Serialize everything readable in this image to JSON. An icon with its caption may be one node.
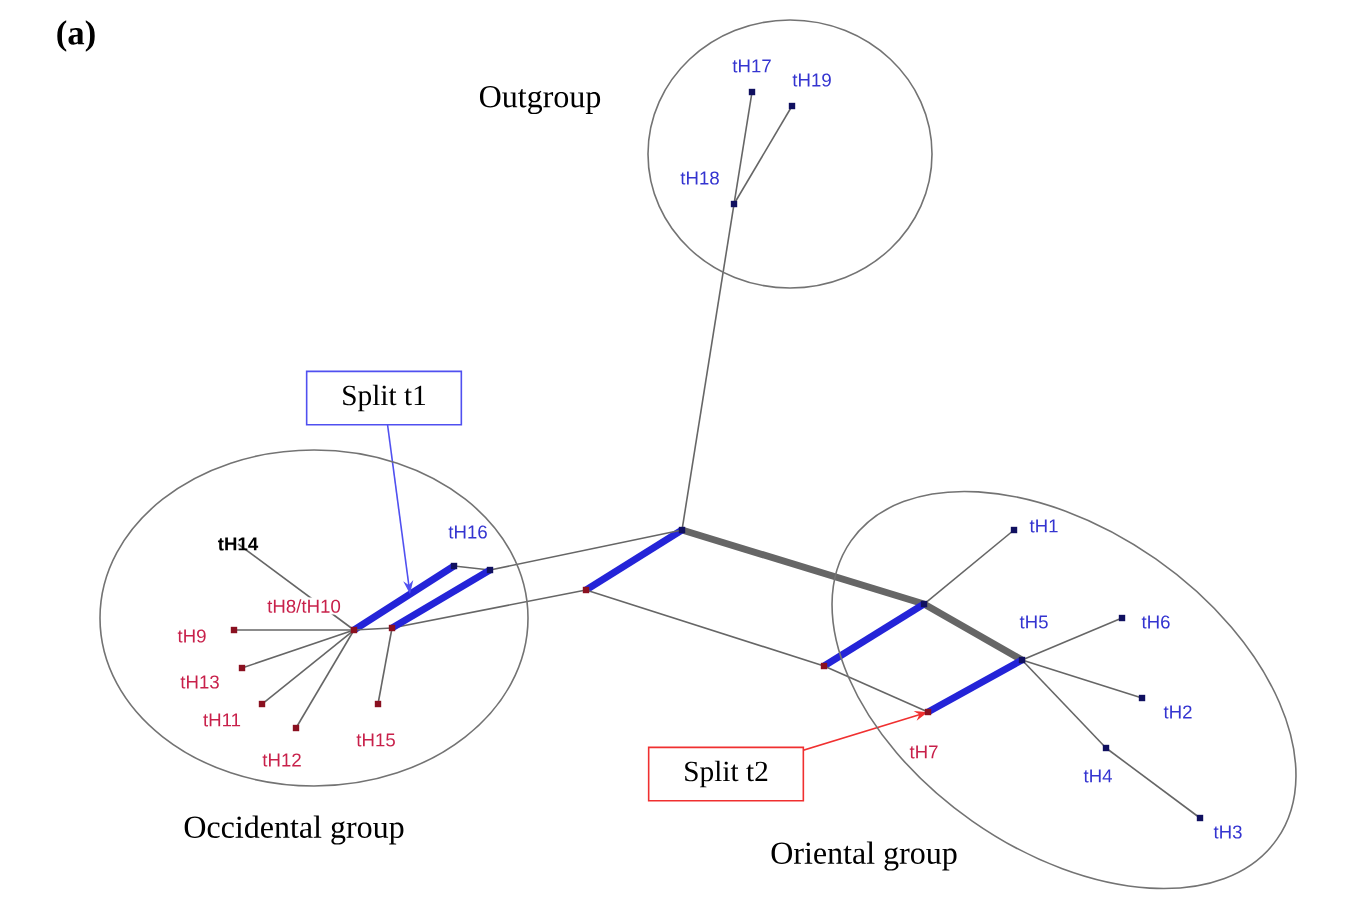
{
  "diagram": {
    "nodes": [
      {
        "text": [
          "Outgroup"
        ]
      },
      {
        "text": [],
        "shape": "box",
        "beside": [
          "tH17"
        ],
        "in": 0
      },
      {
        "text": [],
        "shape": "box",
        "beside": [
          "tH19"
        ],
        "in": 0
      },
      {
        "text": [],
        "shape": "box",
        "beside": [
          "tH18"
        ],
        "in": 0
      },
      {
        "text": [
          "Occidental group"
        ]
      },
      {
        "text": [
          "tH14"
        ],
        "in": 4
      },
      {
        "text": [],
        "shape": "box",
        "beside": [
          "tH9"
        ],
        "in": 4
      },
      {
        "text": [],
        "shape": "box",
        "beside": [
          "tH13"
        ],
        "in": 4
      },
      {
        "text": [],
        "shape": "box",
        "beside": [
          "tH11"
        ],
        "in": 4
      },
      {
        "text": [],
        "shape": "box",
        "beside": [
          "tH12"
        ],
        "in": 4
      },
      {
        "text": [],
        "shape": "box",
        "beside": [
          "tH15"
        ],
        "in": 4
      },
      {
        "text": [],
        "shape": "box",
        "in": 4
      },
      {
        "text": [],
        "shape": "box",
        "in": 4
      },
      {
        "text": [],
        "shape": "box",
        "beside": [
          "tH16"
        ],
        "in": 4
      },
      {
        "text": [],
        "shape": "box",
        "in": 4
      },
      {
        "text": [
          "Oriental group"
        ]
      },
      {
        "text": [],
        "shape": "box",
        "in": 15
      },
      {
        "text": [],
        "shape": "box",
        "beside": [
          "tH1"
        ],
        "in": 15
      },
      {
        "text": [],
        "shape": "box",
        "beside": [
          "tH5"
        ],
        "in": 15
      },
      {
        "text": [],
        "shape": "box",
        "beside": [
          "tH6"
        ],
        "in": 15
      },
      {
        "text": [],
        "shape": "box",
        "beside": [
          "tH2"
        ],
        "in": 15
      },
      {
        "text": [],
        "shape": "box",
        "beside": [
          "tH4"
        ],
        "in": 15
      },
      {
        "text": [],
        "shape": "box",
        "beside": [
          "tH3"
        ],
        "in": 15
      },
      {
        "text": [],
        "shape": "box"
      },
      {
        "text": [],
        "shape": "box",
        "beside": [
          "tH7"
        ],
        "in": 15
      },
      {
        "text": [],
        "shape": "box"
      },
      {
        "text": [],
        "shape": "box"
      },
      {
        "text": [
          "Split t1"
        ]
      },
      {
        "text": [
          "Split t2"
        ]
      }
    ],
    "edges": [
      {
        "from": 25,
        "to": 3,
        "arrow": "none"
      },
      {
        "from": 3,
        "to": 1,
        "arrow": "none"
      },
      {
        "from": 3,
        "to": 2,
        "arrow": "none"
      },
      {
        "from": 25,
        "to": 16,
        "arrow": "none",
        "style": "thick"
      },
      {
        "from": 16,
        "to": 18,
        "arrow": "none",
        "style": "thick"
      },
      {
        "from": 16,
        "to": 17,
        "arrow": "none"
      },
      {
        "from": 18,
        "to": 19,
        "arrow": "none"
      },
      {
        "from": 18,
        "to": 20,
        "arrow": "none"
      },
      {
        "from": 18,
        "to": 21,
        "arrow": "none"
      },
      {
        "from": 21,
        "to": 22,
        "arrow": "none"
      },
      {
        "from": 25,
        "to": 26,
        "arrow": "none",
        "style": "thick",
        "color": "#2424d8"
      },
      {
        "from": 16,
        "to": 23,
        "arrow": "none",
        "style": "thick",
        "color": "#2424d8"
      },
      {
        "from": 18,
        "to": 24,
        "arrow": "none",
        "style": "thick",
        "color": "#2424d8"
      },
      {
        "from": 26,
        "to": 23,
        "arrow": "none"
      },
      {
        "from": 23,
        "to": 24,
        "arrow": "none"
      },
      {
        "from": 25,
        "to": 14,
        "arrow": "none"
      },
      {
        "from": 14,
        "to": 13,
        "arrow": "none"
      },
      {
        "from": 26,
        "to": 12,
        "arrow": "none"
      },
      {
        "from": 14,
        "to": 12,
        "arrow": "none",
        "style": "thick",
        "color": "#2424d8"
      },
      {
        "from": 13,
        "to": 11,
        "arrow": "none",
        "style": "thick",
        "color": "#2424d8"
      },
      {
        "from": 11,
        "to": 12,
        "arrow": "none"
      },
      {
        "from": 11,
        "to": 6,
        "arrow": "none"
      },
      {
        "from": 11,
        "to": 7,
        "arrow": "none"
      },
      {
        "from": 11,
        "to": 8,
        "arrow": "none"
      },
      {
        "from": 11,
        "to": 9,
        "arrow": "none"
      },
      {
        "from": 11,
        "to": 5,
        "arrow": "none"
      },
      {
        "from": 12,
        "to": 10,
        "arrow": "none"
      },
      {
        "from": 27,
        "to": null,
        "arrow": "to",
        "color": "#5050f0"
      },
      {
        "from": 28,
        "to": 24,
        "arrow": "to",
        "color": "#f03030"
      }
    ],
    "labels": [
      "(a)",
      "tH8/tH10"
    ]
  }
}
